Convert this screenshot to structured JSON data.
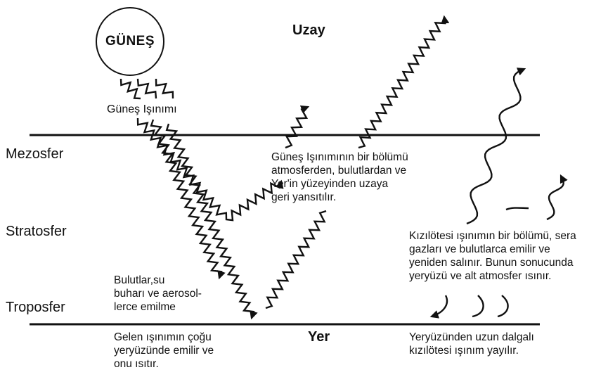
{
  "sun": {
    "label": "GÜNEŞ",
    "radiation_label": "Güneş Işınımı"
  },
  "space": {
    "label": "Uzay"
  },
  "ground": {
    "label": "Yer"
  },
  "layers": {
    "mesosphere": "Mezosfer",
    "stratosphere": "Stratosfer",
    "troposphere": "Troposfer"
  },
  "notes": {
    "reflection": "Güneş Işınımının bir bölümü\natmosferden, bulutlardan ve\nYer'in yüzeyinden uzaya\ngeri yansıtılır.",
    "absorption": "Bulutlar,su\nbuharı ve aerosol-\nlerce emilme",
    "ground_absorption": "Gelen ışınımın çoğu\nyeryüzünde emilir ve\nonu ısıtır.",
    "infrared_absorption": "Kızılötesi ışınımın bir bölümü, sera\ngazları ve bulutlarca emilir ve\nyeniden salınır. Bunun sonucunda\nyeryüzü ve alt atmosfer ısınır.",
    "infrared_emission": "Yeryüzünden uzun dalgalı\nkızılötesi ışınım yayılır."
  },
  "colors": {
    "ink": "#111111",
    "background": "#ffffff"
  },
  "icons": [
    "sun-circle-icon",
    "zigzag-shortwave-arrow-icon",
    "wavy-longwave-arrow-icon"
  ]
}
